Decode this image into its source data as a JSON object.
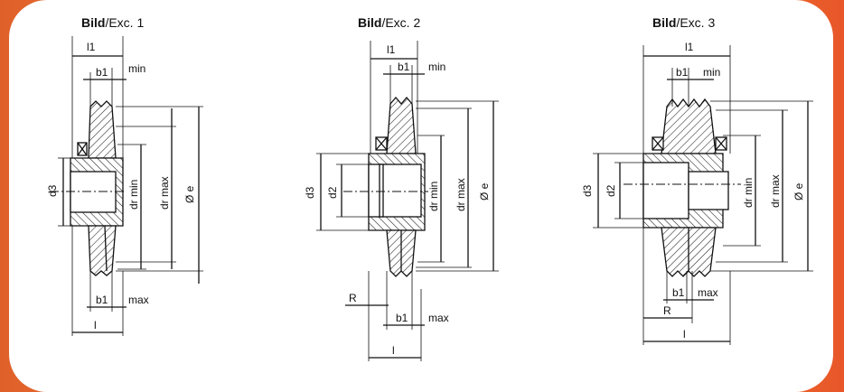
{
  "figures": [
    {
      "caption_bold": "Bild",
      "caption_rest": "/Exc. 1",
      "labels": {
        "l1": "l1",
        "b1_top": "b1",
        "min": "min",
        "d3": "d3",
        "dr_min": "dr min",
        "dr_max": "dr max",
        "e": "Ø e",
        "b1_bottom": "b1",
        "max": "max",
        "l": "l"
      }
    },
    {
      "caption_bold": "Bild",
      "caption_rest": "/Exc. 2",
      "labels": {
        "l1": "l1",
        "b1_top": "b1",
        "min": "min",
        "d3": "d3",
        "d2": "d2",
        "dr_min": "dr min",
        "dr_max": "dr max",
        "e": "Ø e",
        "R": "R",
        "b1_bottom": "b1",
        "max": "max",
        "l": "l"
      }
    },
    {
      "caption_bold": "Bild",
      "caption_rest": "/Exc. 3",
      "labels": {
        "l1": "l1",
        "b1_top": "b1",
        "min": "min",
        "d3": "d3",
        "d2": "d2",
        "dr_min": "dr min",
        "dr_max": "dr max",
        "e": "Ø e",
        "b1_bottom": "b1",
        "max": "max",
        "R": "R",
        "l": "l"
      }
    }
  ]
}
